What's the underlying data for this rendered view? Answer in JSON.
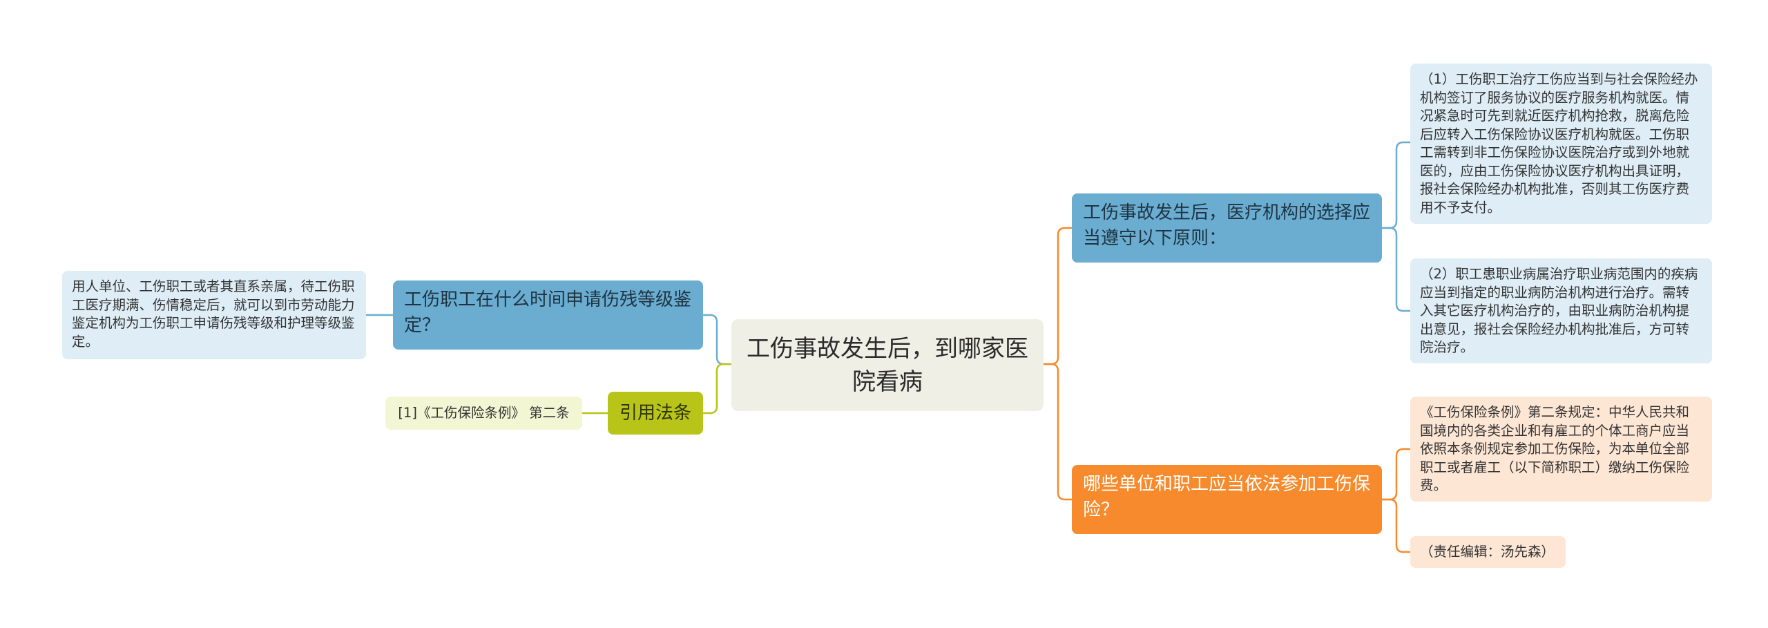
{
  "center": {
    "title": "工伤事故发生后，到哪家医院看病"
  },
  "branches": {
    "medical_choice": {
      "label": "工伤事故发生后，医疗机构的选择应当遵守以下原则：",
      "details": [
        "（1）工伤职工治疗工伤应当到与社会保险经办机构签订了服务协议的医疗服务机构就医。情况紧急时可先到就近医疗机构抢救，脱离危险后应转入工伤保险协议医疗机构就医。工伤职工需转到非工伤保险协议医院治疗或到外地就医的，应由工伤保险协议医疗机构出具证明，报社会保险经办机构批准，否则其工伤医疗费用不予支付。",
        "（2）职工患职业病属治疗职业病范围内的疾病应当到指定的职业病防治机构进行治疗。需转入其它医疗机构治疗的，由职业病防治机构提出意见，报社会保险经办机构批准后，方可转院治疗。"
      ]
    },
    "insurance_scope": {
      "label": "哪些单位和职工应当依法参加工伤保险？",
      "details": [
        "《工伤保险条例》第二条规定：中华人民共和国境内的各类企业和有雇工的个体工商户应当依照本条例规定参加工伤保险，为本单位全部职工或者雇工（以下简称职工）缴纳工伤保险费。",
        "（责任编辑：汤先森）"
      ]
    },
    "disability_time": {
      "label": "工伤职工在什么时间申请伤残等级鉴定？",
      "detail": "用人单位、工伤职工或者其直系亲属，待工伤职工医疗期满、伤情稳定后，就可以到市劳动能力鉴定机构为工伤职工申请伤残等级和护理等级鉴定。"
    },
    "citation": {
      "label": "引用法条",
      "detail": "[1]《工伤保险条例》 第二条"
    }
  },
  "colors": {
    "blue": "#6aadd1",
    "orange": "#f68a2c",
    "green": "#b8c518",
    "center": "#efefe6"
  }
}
